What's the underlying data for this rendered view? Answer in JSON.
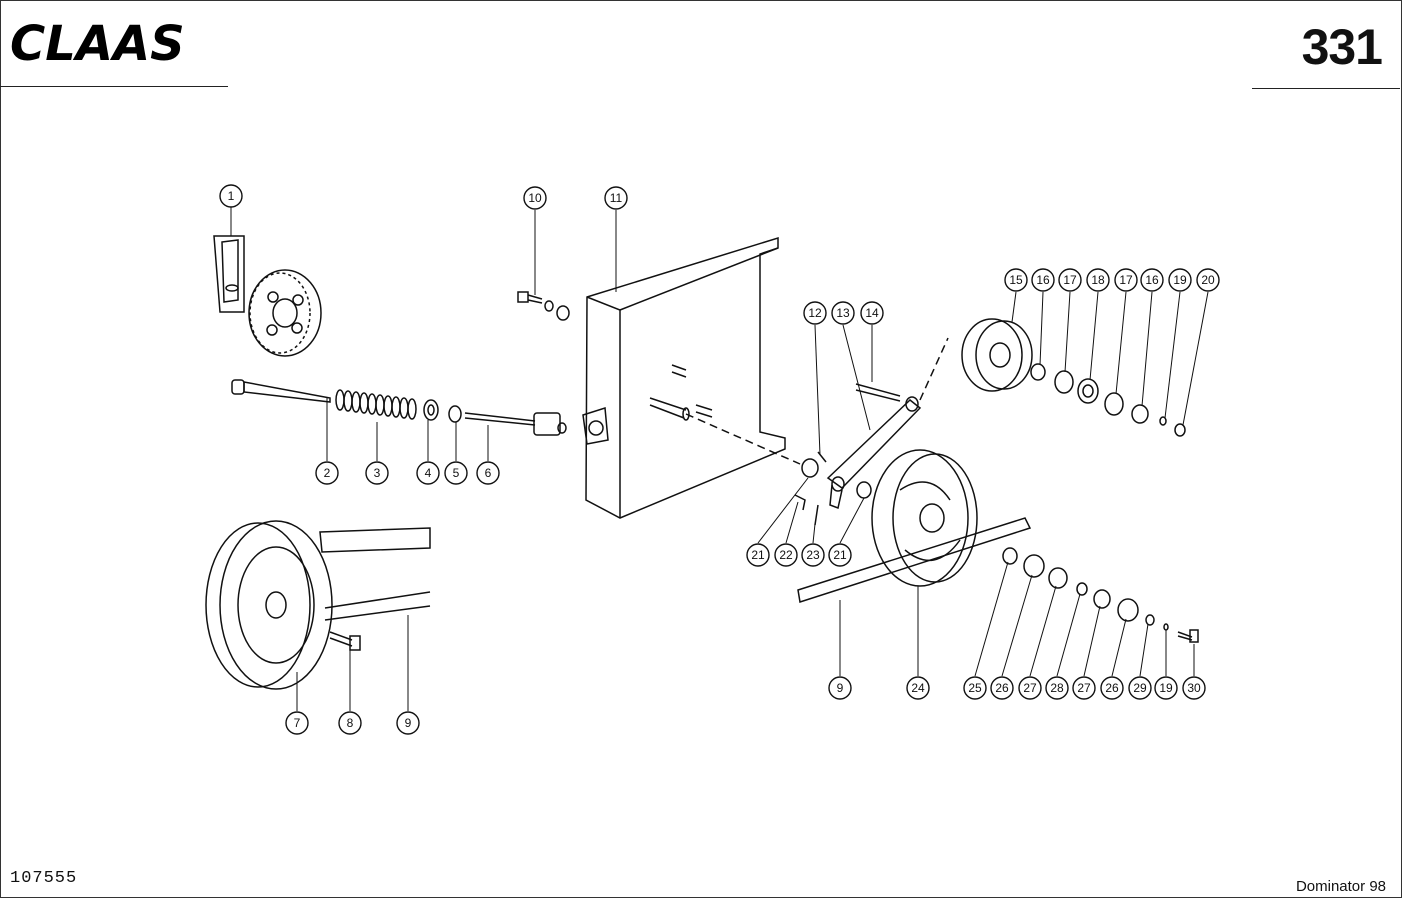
{
  "brand": {
    "name": "CLAAS"
  },
  "page_number": "331",
  "document_number": "107555",
  "model": "Dominator 98",
  "callouts": [
    "1",
    "2",
    "3",
    "4",
    "5",
    "6",
    "7",
    "8",
    "9",
    "9",
    "10",
    "11",
    "12",
    "13",
    "14",
    "15",
    "16",
    "17",
    "18",
    "17",
    "16",
    "19",
    "20",
    "21",
    "22",
    "23",
    "21",
    "24",
    "25",
    "26",
    "27",
    "28",
    "27",
    "26",
    "29",
    "19",
    "30"
  ]
}
